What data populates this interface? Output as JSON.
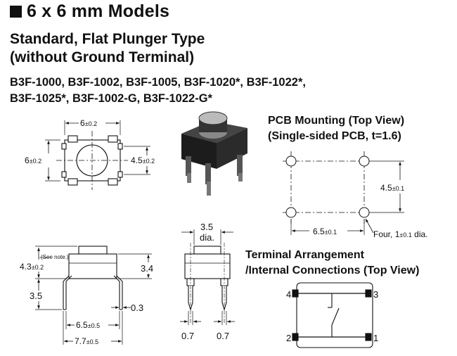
{
  "heading": "6 x 6 mm Models",
  "subtitle_line1": "Standard, Flat Plunger Type",
  "subtitle_line2": "(without Ground Terminal)",
  "models_line1": "B3F-1000, B3F-1002, B3F-1005, B3F-1020*, B3F-1022*,",
  "models_line2": "B3F-1025*, B3F-1002-G, B3F-1022-G*",
  "pcb": {
    "title_line1": "PCB Mounting (Top View)",
    "title_line2": "(Single-sided PCB, t=1.6)",
    "dim_vertical": {
      "value": "4.5",
      "tol": "±0.1"
    },
    "dim_horizontal": {
      "value": "6.5",
      "tol": "±0.1"
    },
    "hole_note": {
      "prefix": "Four, ",
      "value": "1",
      "tol": "±0.1",
      "suffix": " dia."
    }
  },
  "top_view": {
    "width": {
      "value": "6",
      "tol": "±0.2"
    },
    "height": {
      "value": "6",
      "tol": "±0.2"
    },
    "pitch": {
      "value": "4.5",
      "tol": "±0.2"
    }
  },
  "front_view": {
    "see_note": "(See note.)",
    "height": {
      "value": "4.3",
      "tol": "±0.2"
    },
    "body_height": "3.4",
    "lead_length": "3.5",
    "lead_thickness": "0.3",
    "pitch": {
      "value": "6.5",
      "tol": "±0.5"
    },
    "overall": {
      "value": "7.7",
      "tol": "±0.5"
    }
  },
  "side_view": {
    "plunger_dia_value": "3.5",
    "plunger_dia_unit": "dia.",
    "lead_width_left": "0.7",
    "lead_width_right": "0.7"
  },
  "terminal": {
    "title_line1": "Terminal Arrangement",
    "title_line2": "/Internal Connections (Top View)",
    "pin1": "1",
    "pin2": "2",
    "pin3": "3",
    "pin4": "4"
  }
}
